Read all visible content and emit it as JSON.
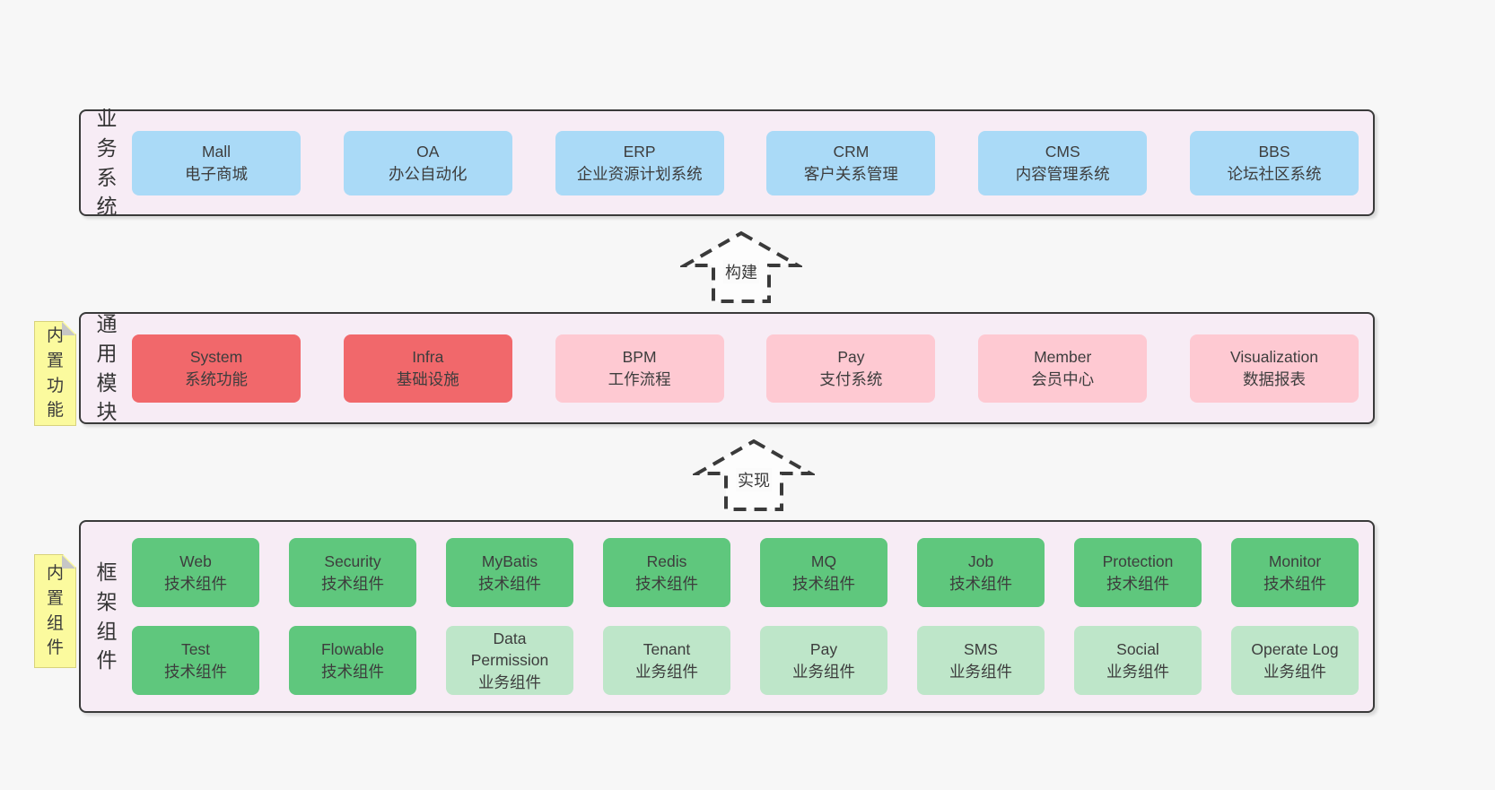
{
  "colors": {
    "page_bg": "#f7f7f7",
    "panel_bg": "#f7ecf5",
    "panel_border": "#3a3a3a",
    "blue_box": "#aadaf7",
    "red_box": "#f1686b",
    "pink_box": "#fec9d2",
    "green_box": "#5fc77d",
    "light_green_box": "#bee6c9",
    "sticky_yellow": "#fbfa9e",
    "text": "#3d3d3d"
  },
  "arrows": [
    {
      "label": "构建"
    },
    {
      "label": "实现"
    }
  ],
  "layers": {
    "business": {
      "label": "业务系统",
      "boxes": [
        {
          "en": "Mall",
          "zh": "电子商城",
          "variant": "blue"
        },
        {
          "en": "OA",
          "zh": "办公自动化",
          "variant": "blue"
        },
        {
          "en": "ERP",
          "zh": "企业资源计划系统",
          "variant": "blue"
        },
        {
          "en": "CRM",
          "zh": "客户关系管理",
          "variant": "blue"
        },
        {
          "en": "CMS",
          "zh": "内容管理系统",
          "variant": "blue"
        },
        {
          "en": "BBS",
          "zh": "论坛社区系统",
          "variant": "blue"
        }
      ]
    },
    "modules": {
      "label": "通用模块",
      "sticky": "内置功能",
      "boxes": [
        {
          "en": "System",
          "zh": "系统功能",
          "variant": "red"
        },
        {
          "en": "Infra",
          "zh": "基础设施",
          "variant": "red"
        },
        {
          "en": "BPM",
          "zh": "工作流程",
          "variant": "pink"
        },
        {
          "en": "Pay",
          "zh": "支付系统",
          "variant": "pink"
        },
        {
          "en": "Member",
          "zh": "会员中心",
          "variant": "pink"
        },
        {
          "en": "Visualization",
          "zh": "数据报表",
          "variant": "pink"
        }
      ]
    },
    "components": {
      "label": "框架组件",
      "sticky": "内置组件",
      "boxes": [
        {
          "en": "Web",
          "zh": "技术组件",
          "variant": "green"
        },
        {
          "en": "Security",
          "zh": "技术组件",
          "variant": "green"
        },
        {
          "en": "MyBatis",
          "zh": "技术组件",
          "variant": "green"
        },
        {
          "en": "Redis",
          "zh": "技术组件",
          "variant": "green"
        },
        {
          "en": "MQ",
          "zh": "技术组件",
          "variant": "green"
        },
        {
          "en": "Job",
          "zh": "技术组件",
          "variant": "green"
        },
        {
          "en": "Protection",
          "zh": "技术组件",
          "variant": "green"
        },
        {
          "en": "Monitor",
          "zh": "技术组件",
          "variant": "green"
        },
        {
          "en": "Test",
          "zh": "技术组件",
          "variant": "green"
        },
        {
          "en": "Flowable",
          "zh": "技术组件",
          "variant": "green"
        },
        {
          "en": "Data Permission",
          "zh": "业务组件",
          "variant": "lightgreen"
        },
        {
          "en": "Tenant",
          "zh": "业务组件",
          "variant": "lightgreen"
        },
        {
          "en": "Pay",
          "zh": "业务组件",
          "variant": "lightgreen"
        },
        {
          "en": "SMS",
          "zh": "业务组件",
          "variant": "lightgreen"
        },
        {
          "en": "Social",
          "zh": "业务组件",
          "variant": "lightgreen"
        },
        {
          "en": "Operate Log",
          "zh": "业务组件",
          "variant": "lightgreen"
        }
      ]
    }
  }
}
